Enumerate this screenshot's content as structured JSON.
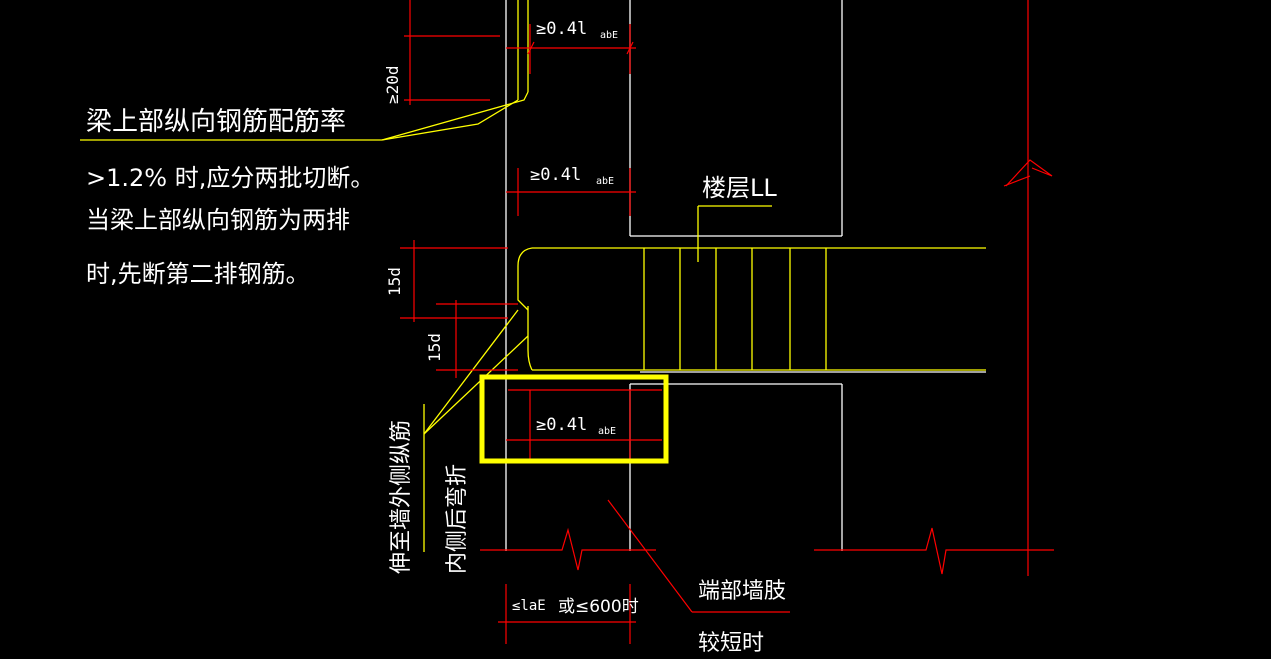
{
  "colors": {
    "background": "#000000",
    "structure": "#ffffff",
    "beam": "#ffff00",
    "dimension": "#ff0000",
    "text": "#ffffff",
    "highlight": "#ffff00"
  },
  "notes": {
    "title": "梁上部纵向钢筋配筋率",
    "line1": ">1.2%  时,应分两批切断。",
    "line2": "当梁上部纵向钢筋为两排",
    "line3": "时,先断第二排钢筋。"
  },
  "dims": {
    "anchor_top_main": "≥0.4l",
    "anchor_top_sub": "abE",
    "anchor_mid_main": "≥0.4l",
    "anchor_mid_sub": "abE",
    "anchor_low_main": "≥0.4l",
    "anchor_low_sub": "abE",
    "d20": "≥20d",
    "d15_upper": "15d",
    "d15_lower": "15d",
    "bottom_span_a": "≤laE",
    "bottom_span_b": "或≤600时"
  },
  "labels": {
    "beam": "楼层LL",
    "vertical_1": "伸至墙外侧纵筋",
    "vertical_2": "内侧后弯折",
    "end_wall_1": "端部墙肢",
    "end_wall_2": "较短时"
  }
}
